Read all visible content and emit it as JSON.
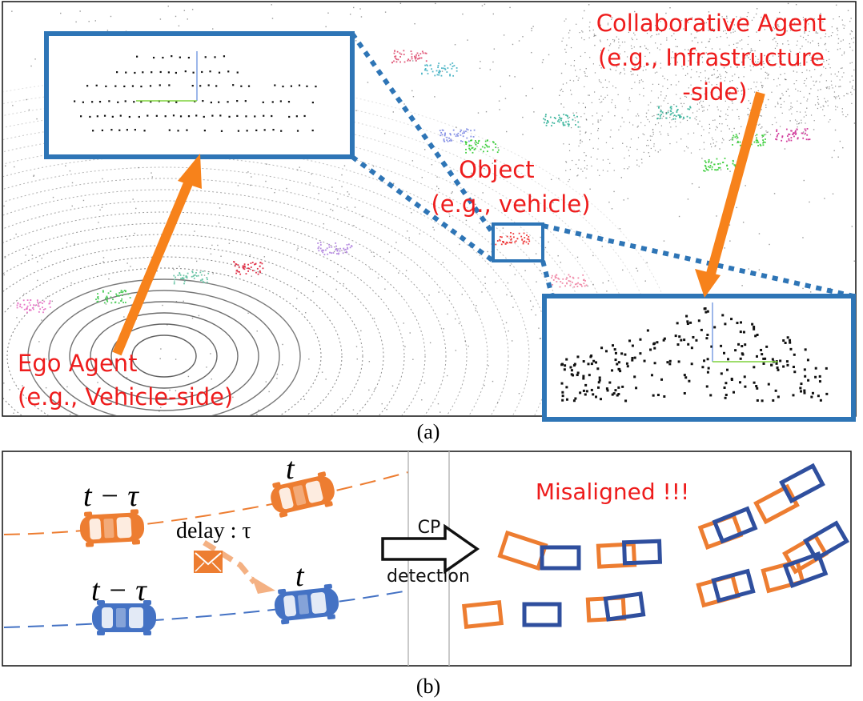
{
  "panel_a": {
    "caption": "(a)",
    "collab_label": [
      "Collaborative Agent",
      "(e.g., Infrastructure",
      "-side)"
    ],
    "object_label": [
      "Object",
      "(e.g., vehicle)"
    ],
    "ego_label": [
      "Ego Agent",
      "(e.g., Vehicle-side)"
    ]
  },
  "panel_b": {
    "caption": "(b)",
    "orange_t_tau": "t − τ",
    "orange_t": "t",
    "blue_t_tau": "t − τ",
    "blue_t": "t",
    "delay_label": "delay : τ",
    "cp_label": "CP",
    "detection_label": "detection",
    "misaligned_label": "Misaligned !!!"
  },
  "colors": {
    "label_red": "#ee1c1c",
    "frame_blue": "#2e75b6",
    "arrow_orange": "#f7821b",
    "car_orange": "#ed7d31",
    "car_blue": "#4472c4",
    "box_blue": "#2f4f9e"
  }
}
